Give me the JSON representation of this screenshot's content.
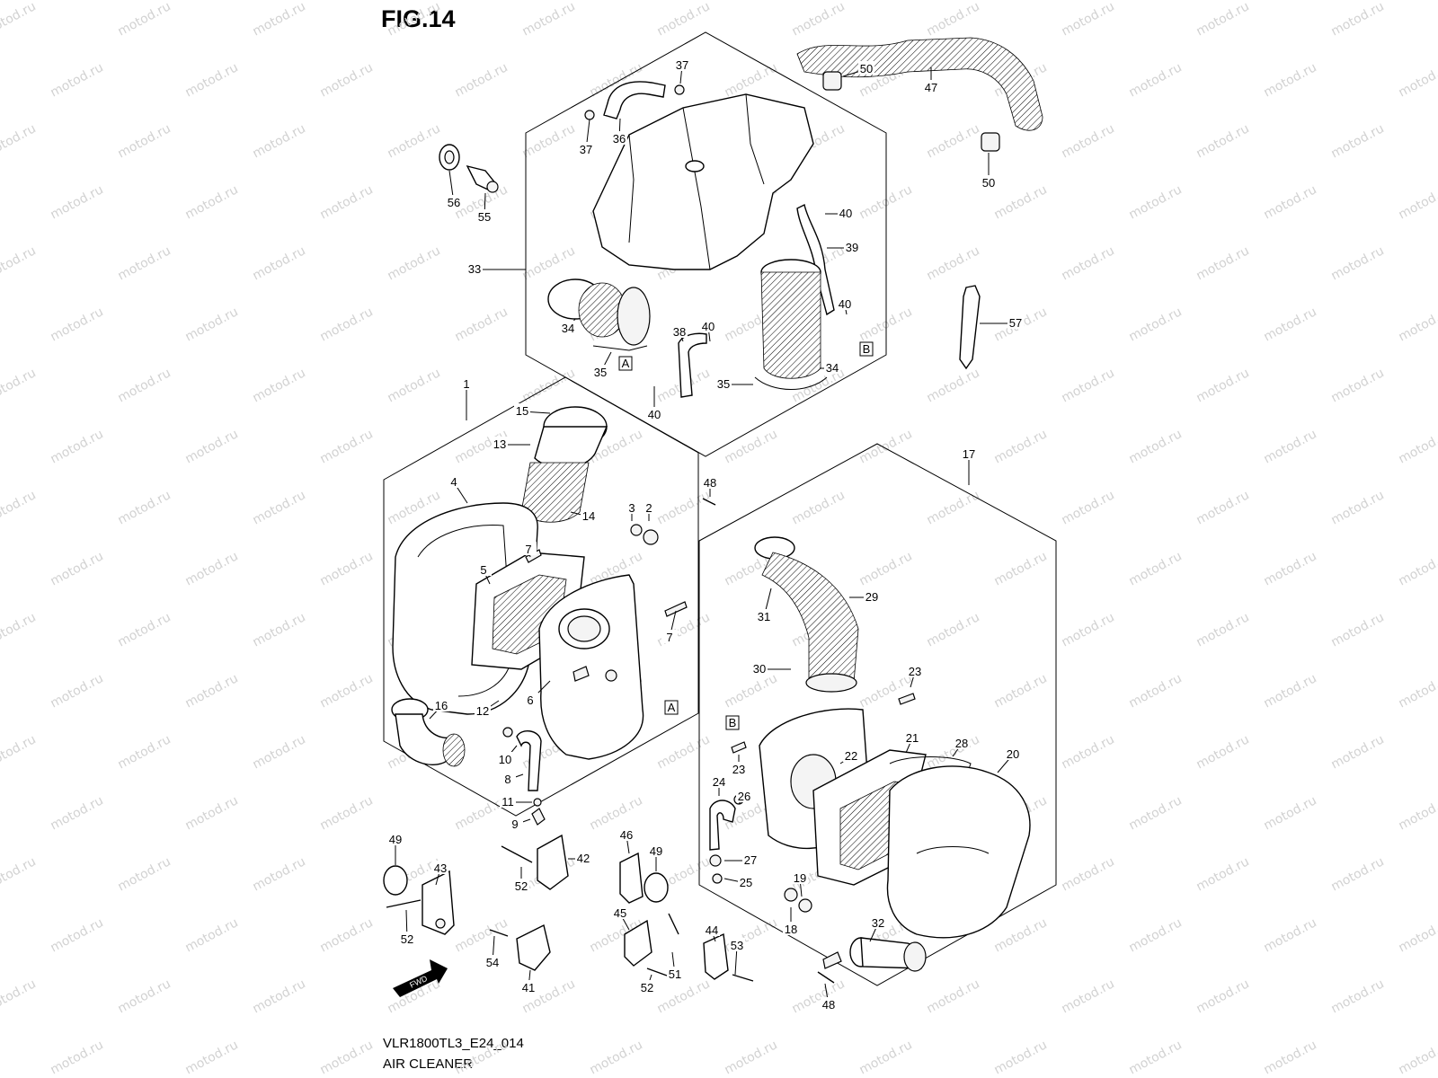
{
  "figure": {
    "title": "FIG.14",
    "model_code": "VLR1800TL3_E24_014",
    "section_name": "AIR CLEANER",
    "watermark": "motod.ru",
    "fwd_label": "FWD"
  },
  "colors": {
    "ink": "#000000",
    "watermark": "#d2d2d2",
    "background": "#ffffff"
  },
  "callouts": [
    {
      "id": "c1",
      "label": "1"
    },
    {
      "id": "c2",
      "label": "2"
    },
    {
      "id": "c3",
      "label": "3"
    },
    {
      "id": "c4",
      "label": "4"
    },
    {
      "id": "c5",
      "label": "5"
    },
    {
      "id": "c6",
      "label": "6"
    },
    {
      "id": "c7a",
      "label": "7"
    },
    {
      "id": "c7b",
      "label": "7"
    },
    {
      "id": "c8",
      "label": "8"
    },
    {
      "id": "c9",
      "label": "9"
    },
    {
      "id": "c10",
      "label": "10"
    },
    {
      "id": "c11",
      "label": "11"
    },
    {
      "id": "c12",
      "label": "12"
    },
    {
      "id": "c13",
      "label": "13"
    },
    {
      "id": "c14",
      "label": "14"
    },
    {
      "id": "c15",
      "label": "15"
    },
    {
      "id": "c16",
      "label": "16"
    },
    {
      "id": "c17",
      "label": "17"
    },
    {
      "id": "c18",
      "label": "18"
    },
    {
      "id": "c19",
      "label": "19"
    },
    {
      "id": "c20",
      "label": "20"
    },
    {
      "id": "c21",
      "label": "21"
    },
    {
      "id": "c22",
      "label": "22"
    },
    {
      "id": "c23a",
      "label": "23"
    },
    {
      "id": "c23b",
      "label": "23"
    },
    {
      "id": "c24",
      "label": "24"
    },
    {
      "id": "c25",
      "label": "25"
    },
    {
      "id": "c26",
      "label": "26"
    },
    {
      "id": "c27",
      "label": "27"
    },
    {
      "id": "c28",
      "label": "28"
    },
    {
      "id": "c29",
      "label": "29"
    },
    {
      "id": "c30",
      "label": "30"
    },
    {
      "id": "c31",
      "label": "31"
    },
    {
      "id": "c32",
      "label": "32"
    },
    {
      "id": "c33",
      "label": "33"
    },
    {
      "id": "c34a",
      "label": "34"
    },
    {
      "id": "c34b",
      "label": "34"
    },
    {
      "id": "c35a",
      "label": "35"
    },
    {
      "id": "c35b",
      "label": "35"
    },
    {
      "id": "c36",
      "label": "36"
    },
    {
      "id": "c37a",
      "label": "37"
    },
    {
      "id": "c37b",
      "label": "37"
    },
    {
      "id": "c38",
      "label": "38"
    },
    {
      "id": "c39",
      "label": "39"
    },
    {
      "id": "c40a",
      "label": "40"
    },
    {
      "id": "c40b",
      "label": "40"
    },
    {
      "id": "c40c",
      "label": "40"
    },
    {
      "id": "c40d",
      "label": "40"
    },
    {
      "id": "c41",
      "label": "41"
    },
    {
      "id": "c42",
      "label": "42"
    },
    {
      "id": "c43",
      "label": "43"
    },
    {
      "id": "c44",
      "label": "44"
    },
    {
      "id": "c45",
      "label": "45"
    },
    {
      "id": "c46",
      "label": "46"
    },
    {
      "id": "c47",
      "label": "47"
    },
    {
      "id": "c48a",
      "label": "48"
    },
    {
      "id": "c48b",
      "label": "48"
    },
    {
      "id": "c49a",
      "label": "49"
    },
    {
      "id": "c49b",
      "label": "49"
    },
    {
      "id": "c50a",
      "label": "50"
    },
    {
      "id": "c50b",
      "label": "50"
    },
    {
      "id": "c51",
      "label": "51"
    },
    {
      "id": "c52a",
      "label": "52"
    },
    {
      "id": "c52b",
      "label": "52"
    },
    {
      "id": "c52c",
      "label": "52"
    },
    {
      "id": "c53",
      "label": "53"
    },
    {
      "id": "c54",
      "label": "54"
    },
    {
      "id": "c55",
      "label": "55"
    },
    {
      "id": "c56",
      "label": "56"
    },
    {
      "id": "c57",
      "label": "57"
    }
  ],
  "reference_boxes": [
    {
      "id": "rA1",
      "label": "A"
    },
    {
      "id": "rA2",
      "label": "A"
    },
    {
      "id": "rB1",
      "label": "B"
    },
    {
      "id": "rB2",
      "label": "B"
    }
  ]
}
